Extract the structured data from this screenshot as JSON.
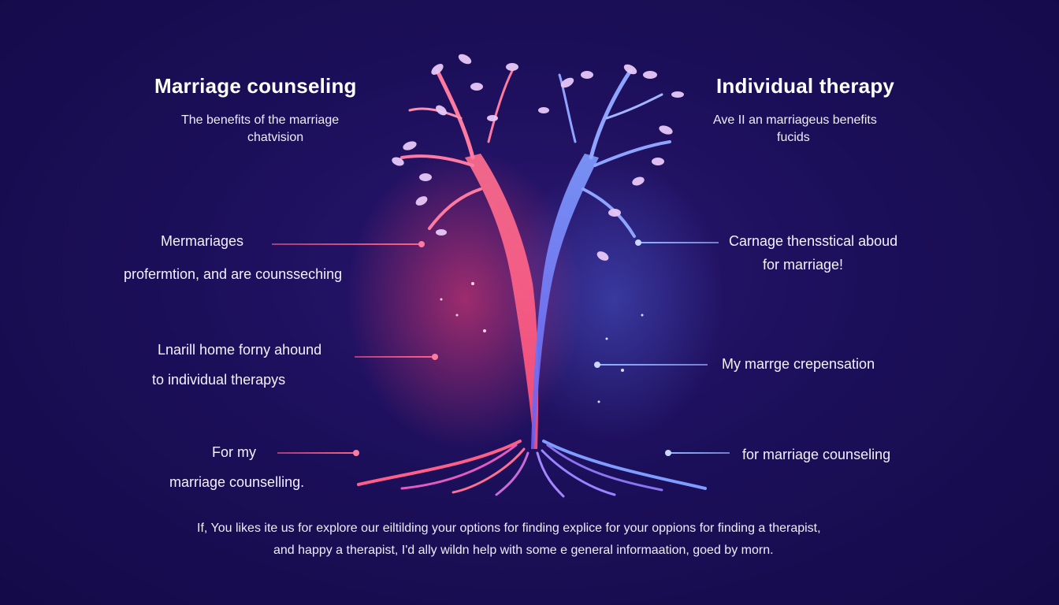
{
  "left_panel": {
    "title": "Marriage counseling",
    "subtitle_line1": "The benefits of the marriage",
    "subtitle_line2": "chatvision",
    "items": [
      {
        "line1": "Mermariages",
        "line2": "profermtion, and are counsseching"
      },
      {
        "line1": "Lnarill home forny ahound",
        "line2": "to individual therapys"
      },
      {
        "line1": "For my",
        "line2": "marriage counselling."
      }
    ]
  },
  "right_panel": {
    "title": "Individual therapy",
    "subtitle_line1": "Ave II an marriageus benefits",
    "subtitle_line2": "fucids",
    "items": [
      {
        "line1": "Carnage thensstical aboud",
        "line2": "for marriage!"
      },
      {
        "line1": "My marrge crepensation",
        "line2": ""
      },
      {
        "line1": "for marriage counseling",
        "line2": ""
      }
    ]
  },
  "footer": {
    "line1": "If, You likes ite us for explore our eiltilding your options for finding explice for your oppions for finding a therapist,",
    "line2": "and happy a therapist, I'd ally wildn help with some e general informaation, goed by morn."
  },
  "colors": {
    "background": "#1c0f5a",
    "left_accent": "#ff5f86",
    "right_accent": "#8fb4ff",
    "leaf": "#e8c8f8"
  },
  "illustration": "split-tree-icon"
}
